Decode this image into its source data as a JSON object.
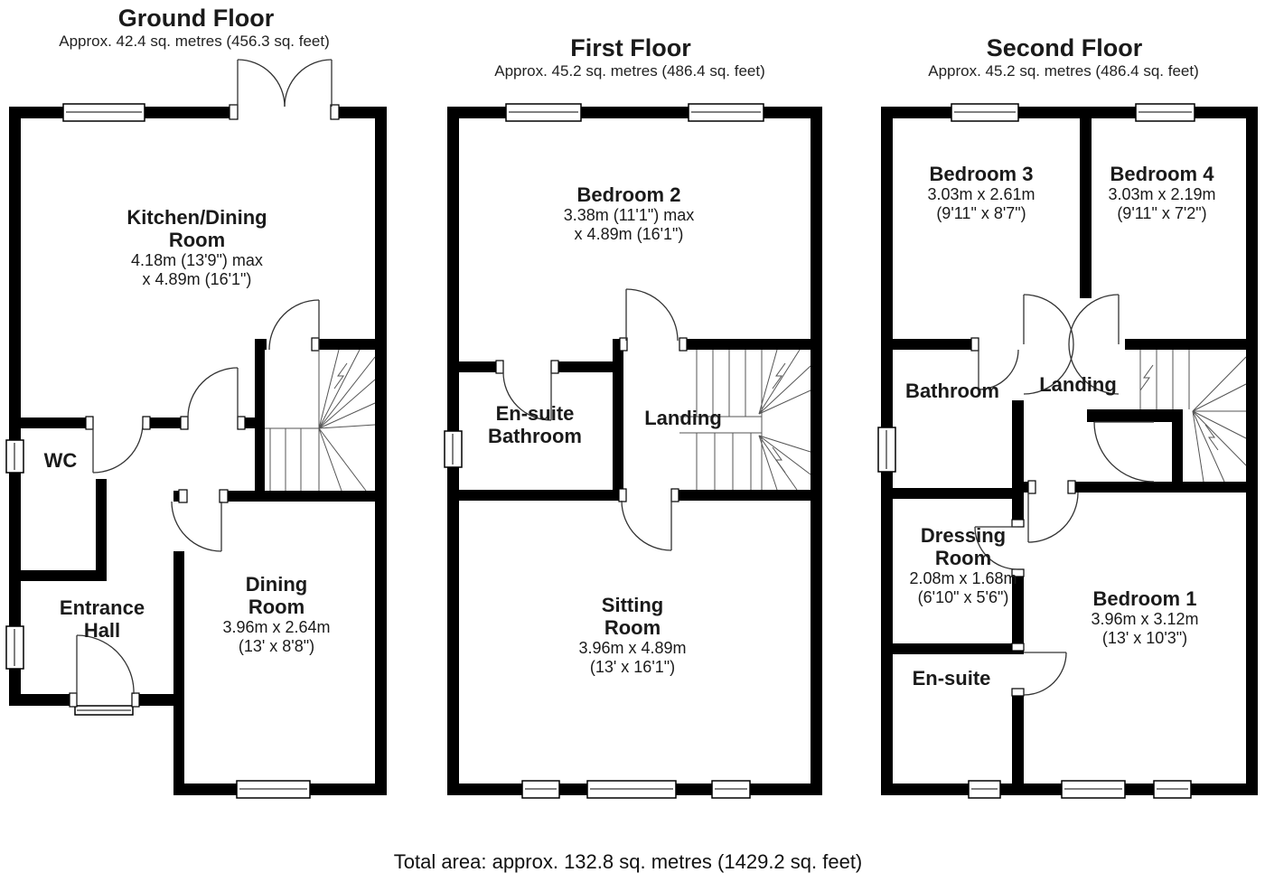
{
  "floors": [
    {
      "title": "Ground Floor",
      "subtitle": "Approx. 42.4 sq. metres (456.3 sq. feet)",
      "rooms": {
        "kitchen": {
          "n1": "Kitchen/Dining",
          "n2": "Room",
          "d1": "4.18m (13'9\") max",
          "d2": "x 4.89m (16'1\")"
        },
        "wc": {
          "n1": "WC"
        },
        "hall": {
          "n1": "Entrance",
          "n2": "Hall"
        },
        "dining": {
          "n1": "Dining",
          "n2": "Room",
          "d1": "3.96m x 2.64m",
          "d2": "(13' x 8'8\")"
        }
      }
    },
    {
      "title": "First Floor",
      "subtitle": "Approx. 45.2 sq. metres (486.4 sq. feet)",
      "rooms": {
        "bedroom2": {
          "n1": "Bedroom 2",
          "d1": "3.38m (11'1\") max",
          "d2": "x 4.89m (16'1\")"
        },
        "ensuite": {
          "n1": "En-suite",
          "n2": "Bathroom"
        },
        "landing": {
          "n1": "Landing"
        },
        "sitting": {
          "n1": "Sitting",
          "n2": "Room",
          "d1": "3.96m x 4.89m",
          "d2": "(13' x 16'1\")"
        }
      }
    },
    {
      "title": "Second Floor",
      "subtitle": "Approx. 45.2 sq. metres (486.4 sq. feet)",
      "rooms": {
        "bedroom3": {
          "n1": "Bedroom 3",
          "d1": "3.03m x 2.61m",
          "d2": "(9'11\" x 8'7\")"
        },
        "bedroom4": {
          "n1": "Bedroom 4",
          "d1": "3.03m x 2.19m",
          "d2": "(9'11\" x 7'2\")"
        },
        "bathroom": {
          "n1": "Bathroom"
        },
        "landing": {
          "n1": "Landing"
        },
        "dressing": {
          "n1": "Dressing",
          "n2": "Room",
          "d1": "2.08m x 1.68m",
          "d2": "(6'10\" x 5'6\")"
        },
        "bedroom1": {
          "n1": "Bedroom 1",
          "d1": "3.96m x 3.12m",
          "d2": "(13' x 10'3\")"
        },
        "ensuite": {
          "n1": "En-suite"
        }
      }
    }
  ],
  "footer": "Total area: approx. 132.8 sq. metres (1429.2 sq. feet)"
}
